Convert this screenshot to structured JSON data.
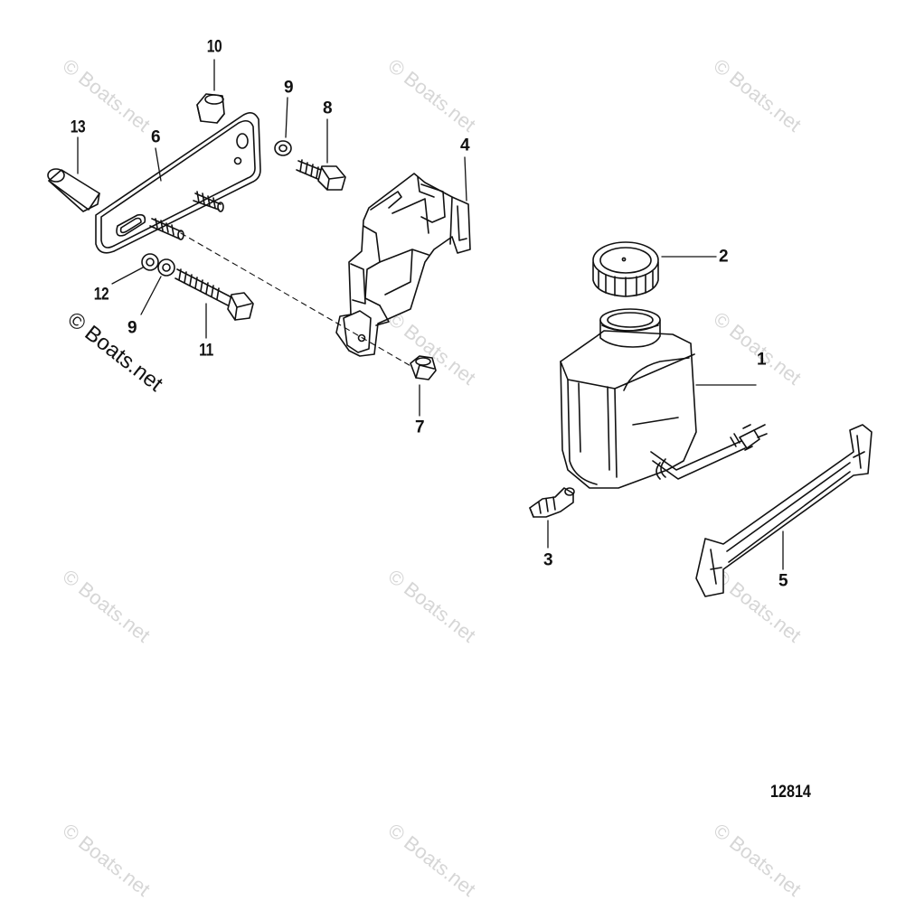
{
  "diagram_number": "12814",
  "watermark_text": "© Boats.net",
  "callouts": [
    {
      "id": "1",
      "label": "1"
    },
    {
      "id": "2",
      "label": "2"
    },
    {
      "id": "3",
      "label": "3"
    },
    {
      "id": "4",
      "label": "4"
    },
    {
      "id": "5",
      "label": "5"
    },
    {
      "id": "6",
      "label": "6"
    },
    {
      "id": "7",
      "label": "7"
    },
    {
      "id": "8",
      "label": "8"
    },
    {
      "id": "9a",
      "label": "9"
    },
    {
      "id": "9b",
      "label": "9"
    },
    {
      "id": "10",
      "label": "10"
    },
    {
      "id": "11",
      "label": "11"
    },
    {
      "id": "12",
      "label": "12"
    },
    {
      "id": "13",
      "label": "13"
    }
  ],
  "colors": {
    "line": "#111111",
    "watermark": "#d6d6d6",
    "background": "#ffffff"
  }
}
